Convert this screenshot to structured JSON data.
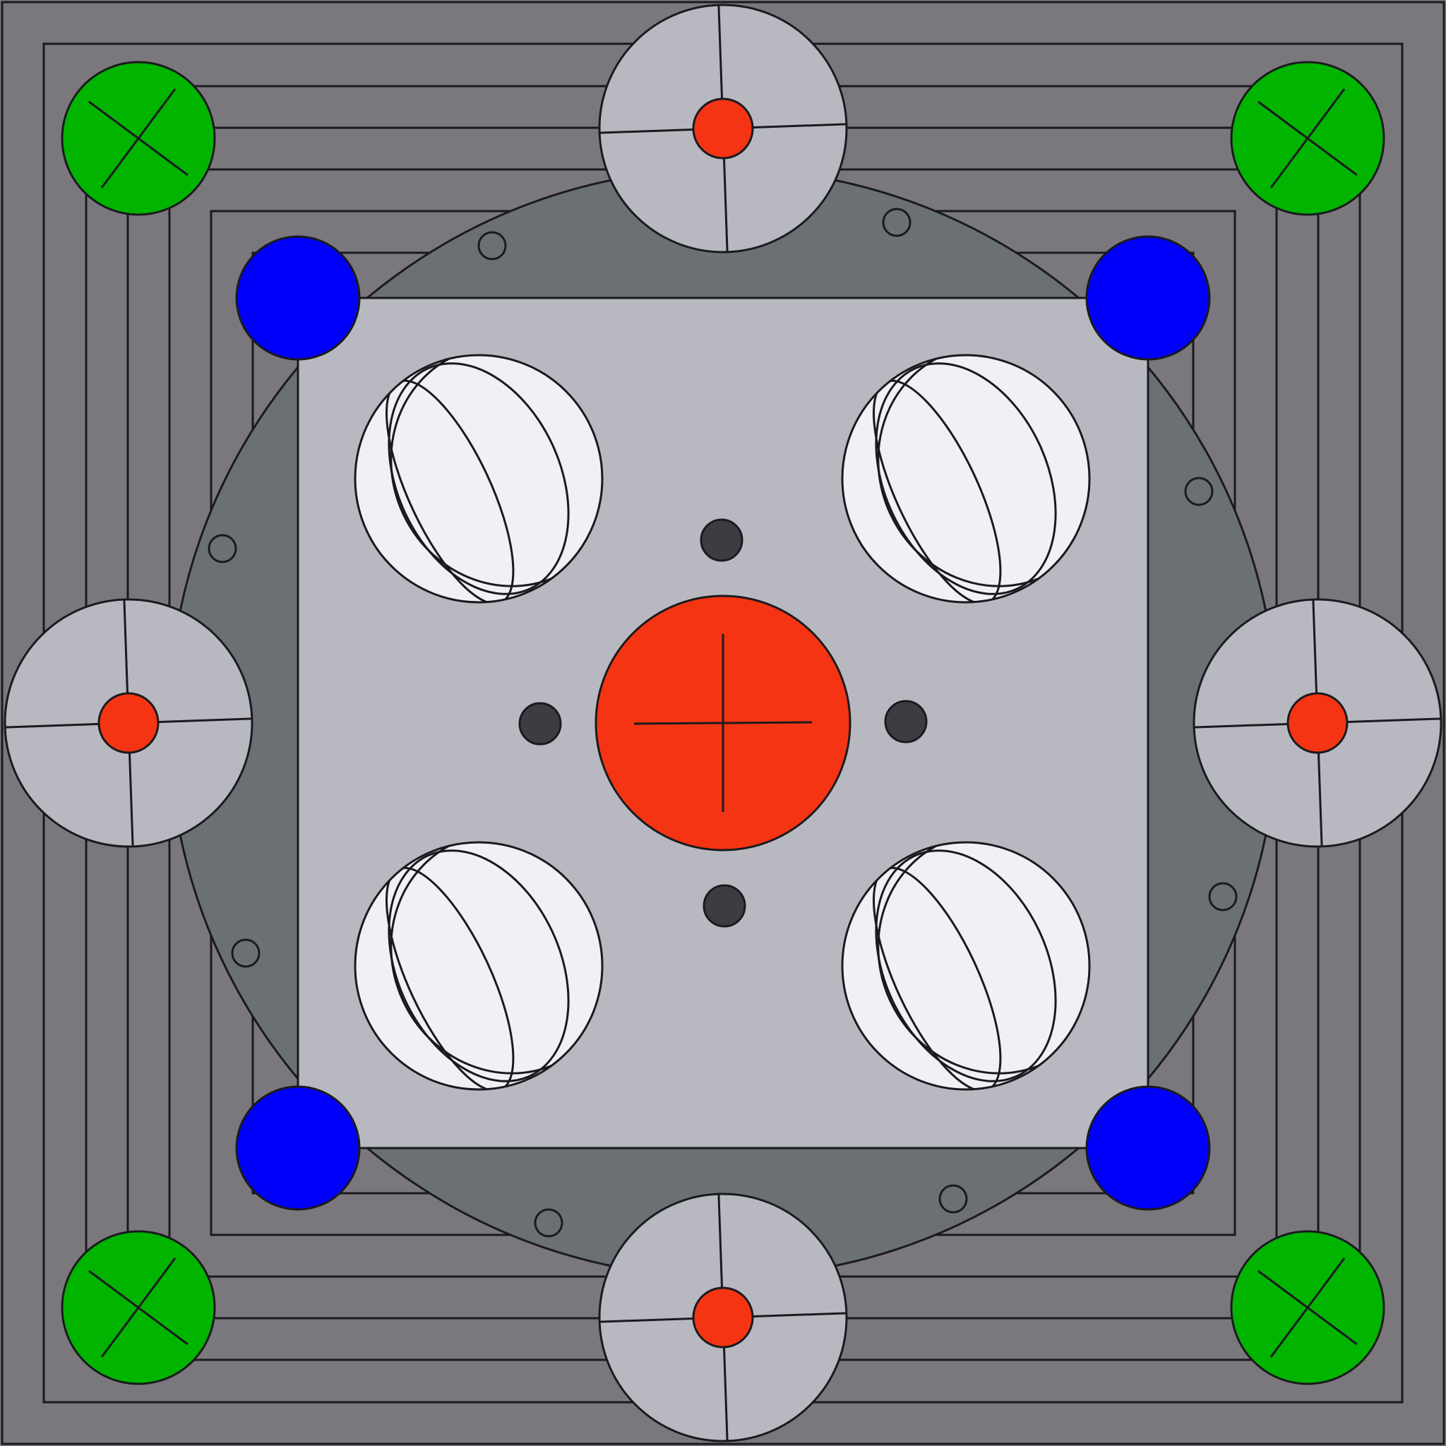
{
  "colors": {
    "background": "#7a787c",
    "outline": "#1a1a1e",
    "disc": "#6a7074",
    "platform": "#b8b9c0",
    "bead": "#f1f0f4",
    "core": "#f43412",
    "hub": "#b8b9c0",
    "hub_center": "#f43412",
    "corner_marker": "#00b400",
    "blue_peg": "#0000fa",
    "dark_stud": "#3d3c42"
  },
  "icons": {
    "corner_marker": "x-mark-icon",
    "core": "crosshair-icon",
    "hub": "quartered-wheel-icon",
    "bead": "striped-sphere-icon"
  },
  "counts": {
    "frame_bands": 6,
    "corner_markers": 4,
    "hubs": 4,
    "blue_pegs": 4,
    "beads": 4,
    "dark_studs": 4,
    "rim_holes": 8
  }
}
